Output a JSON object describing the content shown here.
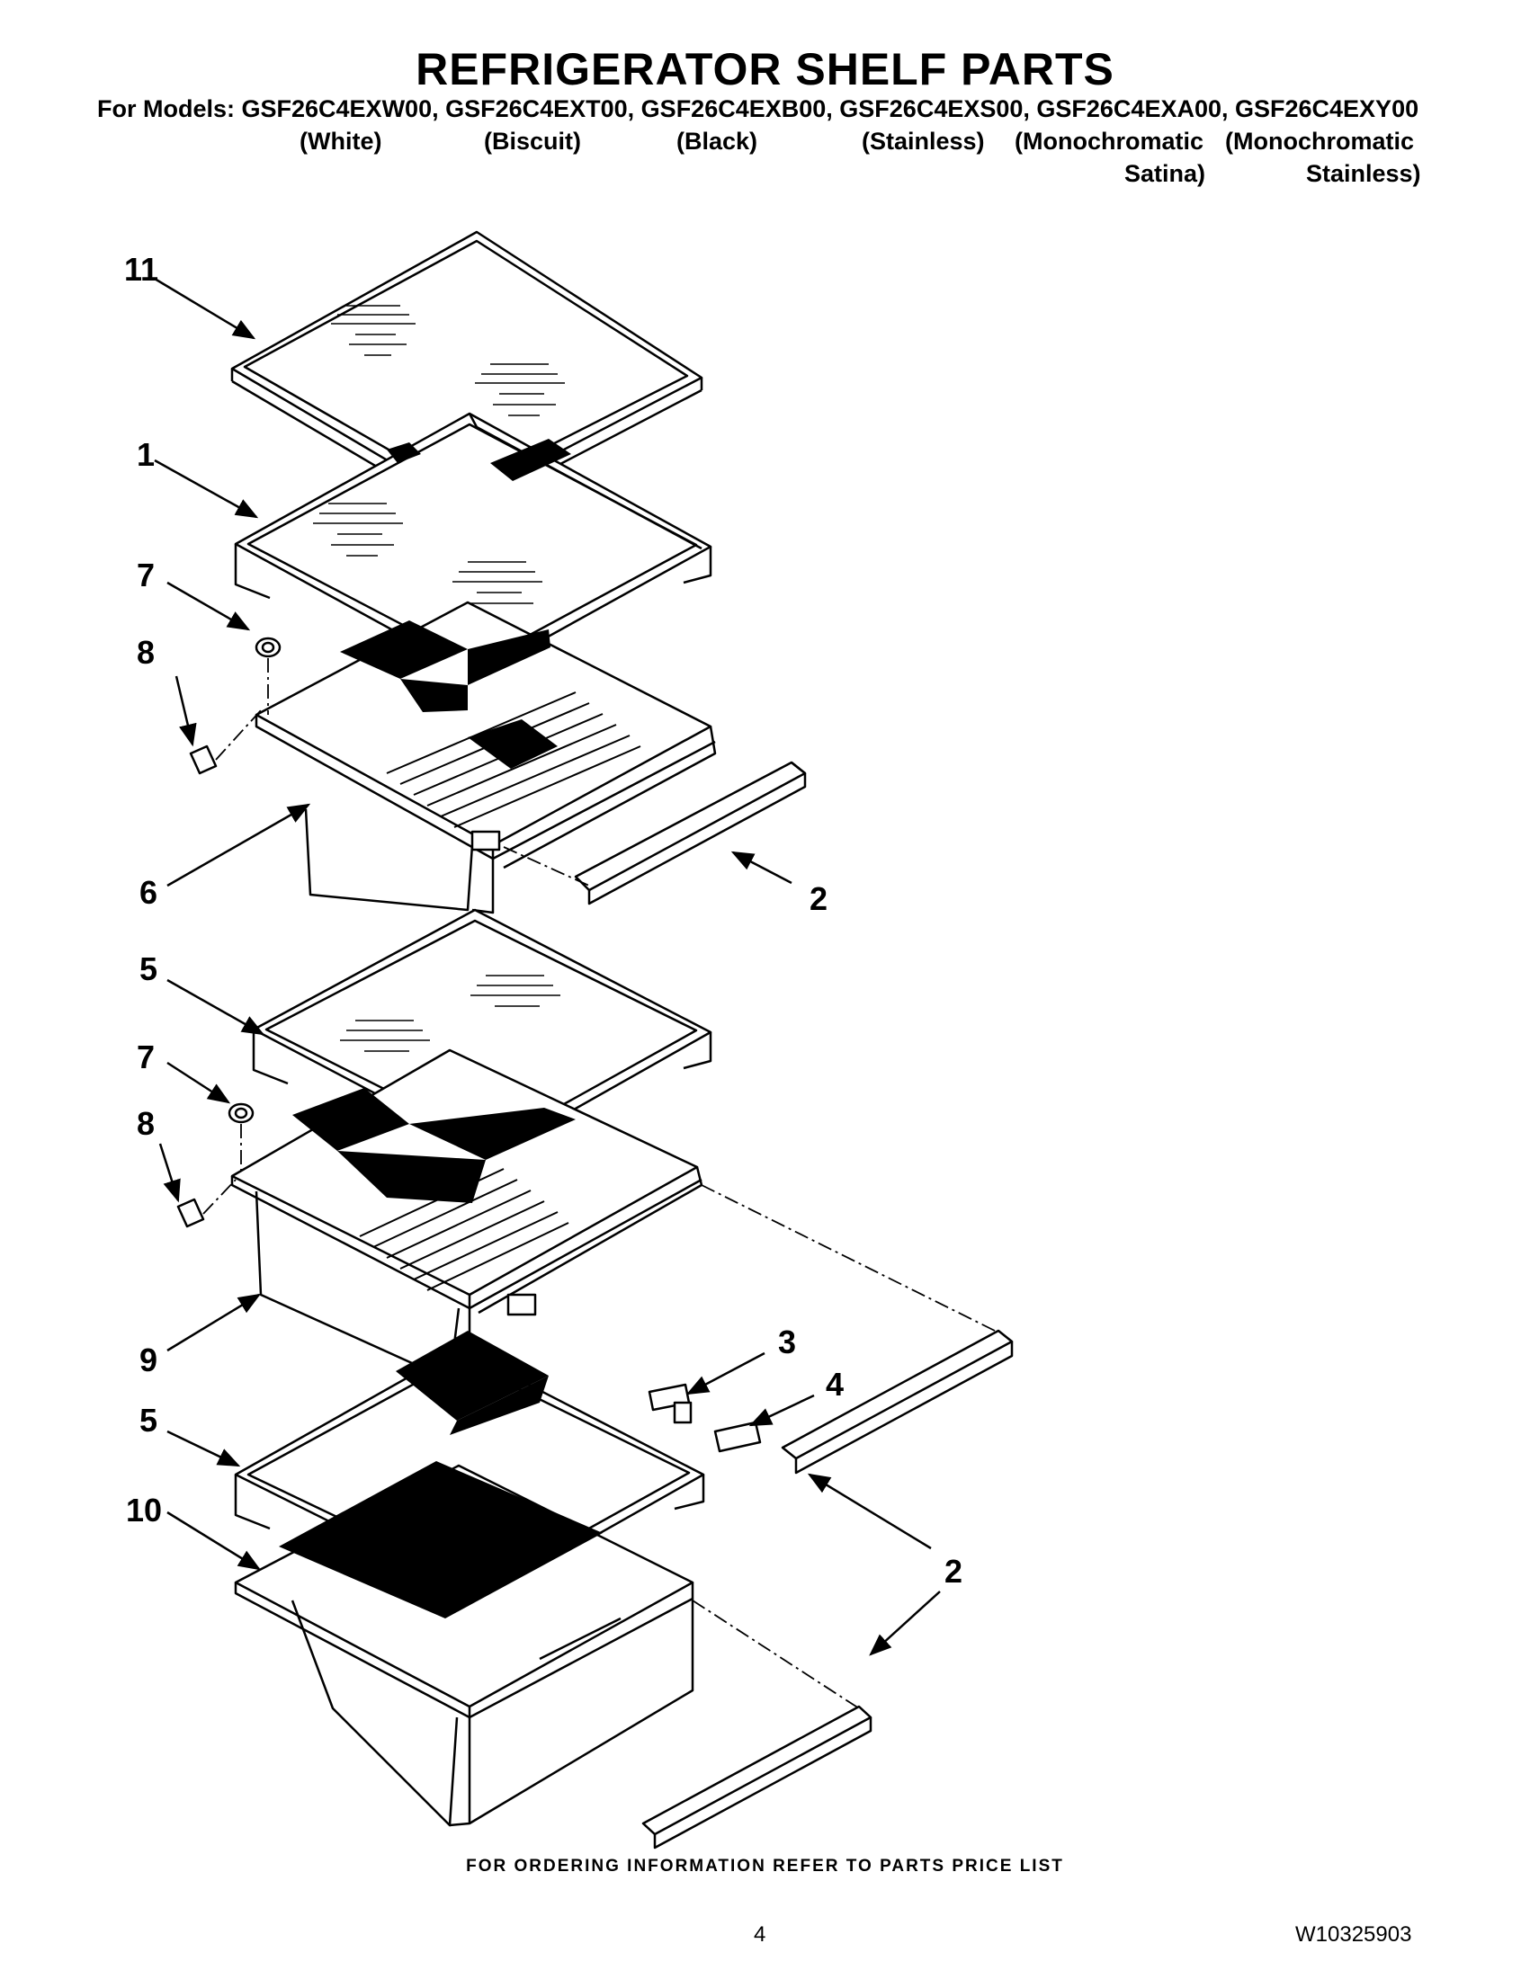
{
  "header": {
    "title": "REFRIGERATOR SHELF PARTS",
    "models_line": "For Models: GSF26C4EXW00, GSF26C4EXT00, GSF26C4EXB00, GSF26C4EXS00, GSF26C4EXA00, GSF26C4EXY00",
    "variants": [
      "(White)",
      "(Biscuit)",
      "(Black)",
      "(Stainless)",
      "(Monochromatic",
      "(Monochromatic"
    ],
    "variants_line2": [
      "Satina)",
      "Stainless)"
    ]
  },
  "callouts": [
    "11",
    "1",
    "7",
    "8",
    "6",
    "2",
    "5",
    "7",
    "8",
    "9",
    "3",
    "4",
    "5",
    "10",
    "2"
  ],
  "footer": {
    "ordering_note": "FOR ORDERING INFORMATION REFER TO PARTS PRICE LIST",
    "page_number": "4",
    "document_number": "W10325903"
  }
}
